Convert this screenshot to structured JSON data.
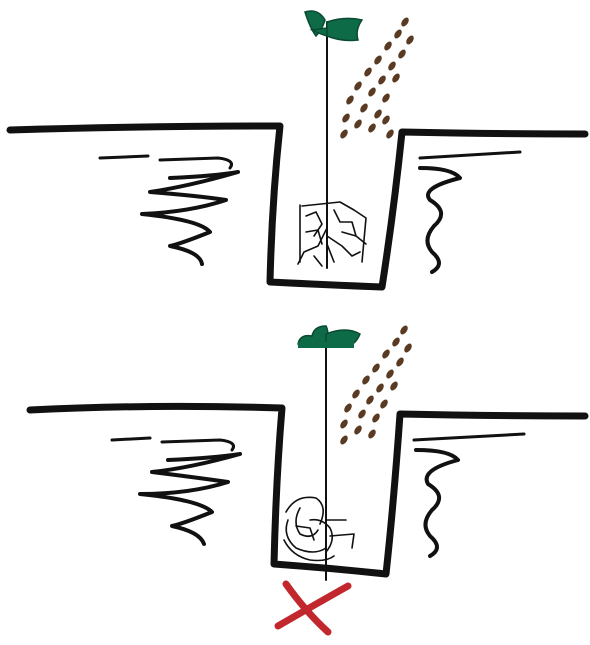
{
  "colors": {
    "ink": "#111111",
    "leaf": "#0e6b47",
    "soil": "#5a3a22",
    "mark": "#c1272d",
    "background": "#ffffff"
  },
  "panels": [
    {
      "name": "correct-planting",
      "roots": "spread-out",
      "mark": "none"
    },
    {
      "name": "incorrect-planting",
      "roots": "balled-up",
      "mark": "cross"
    }
  ],
  "icons": [
    "seedling-icon",
    "soil-pile-icon",
    "cross-mark-icon"
  ]
}
